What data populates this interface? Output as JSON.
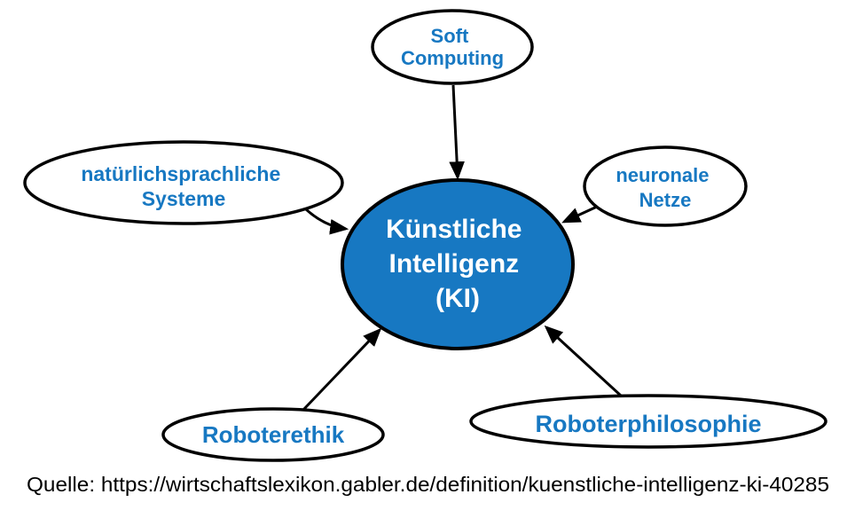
{
  "colors": {
    "center_fill": "#1778C2",
    "center_text": "#FFFFFF",
    "node_fill": "#FFFFFF",
    "node_text": "#1778C2",
    "outline": "#000000"
  },
  "diagram": {
    "center": {
      "lines": [
        "Künstliche",
        "Intelligenz",
        "(KI)"
      ]
    },
    "nodes": [
      {
        "lines": [
          "Soft",
          "Computing"
        ]
      },
      {
        "lines": [
          "natürlichsprachliche",
          "Systeme"
        ]
      },
      {
        "lines": [
          "neuronale",
          "Netze"
        ]
      },
      {
        "lines": [
          "Roboterethik"
        ]
      },
      {
        "lines": [
          "Roboterphilosophie"
        ]
      }
    ]
  },
  "source_line": "Quelle: https://wirtschaftslexikon.gabler.de/definition/kuenstliche-intelligenz-ki-40285"
}
